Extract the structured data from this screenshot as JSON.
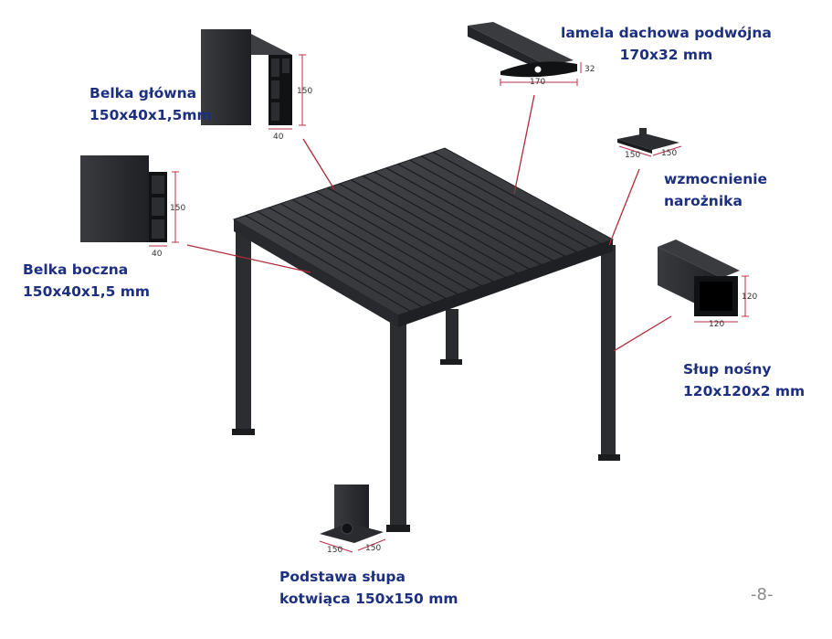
{
  "labels": {
    "lamela": {
      "line1": "lamela dachowa podwójna",
      "line2": "170x32 mm"
    },
    "belka_glowna": {
      "line1": "Belka główna",
      "line2": "150x40x1,5mm"
    },
    "wzmocnienie": {
      "line1": "wzmocnienie",
      "line2": "narożnika"
    },
    "belka_boczna": {
      "line1": "Belka boczna",
      "line2": "150x40x1,5 mm"
    },
    "slup": {
      "line1": "Słup nośny",
      "line2": "120x120x2 mm"
    },
    "podstawa": {
      "line1": "Podstawa słupa",
      "line2": "kotwiąca 150x150 mm"
    }
  },
  "dimensions": {
    "lamela_width": "170",
    "lamela_height": "32",
    "belka_glowna_h": "150",
    "belka_glowna_w": "40",
    "belka_boczna_h": "150",
    "belka_boczna_w": "40",
    "wzm_a": "150",
    "wzm_b": "150",
    "slup_h": "120",
    "slup_w": "120",
    "podstawa_a": "150",
    "podstawa_b": "150"
  },
  "page_number": "-8-",
  "colors": {
    "label_text": "#1d2f80",
    "profile": "#2c2d30",
    "dimension_line": "#b8314a",
    "leader_line": "#b02a3a",
    "page_number": "#8a8a8a"
  }
}
